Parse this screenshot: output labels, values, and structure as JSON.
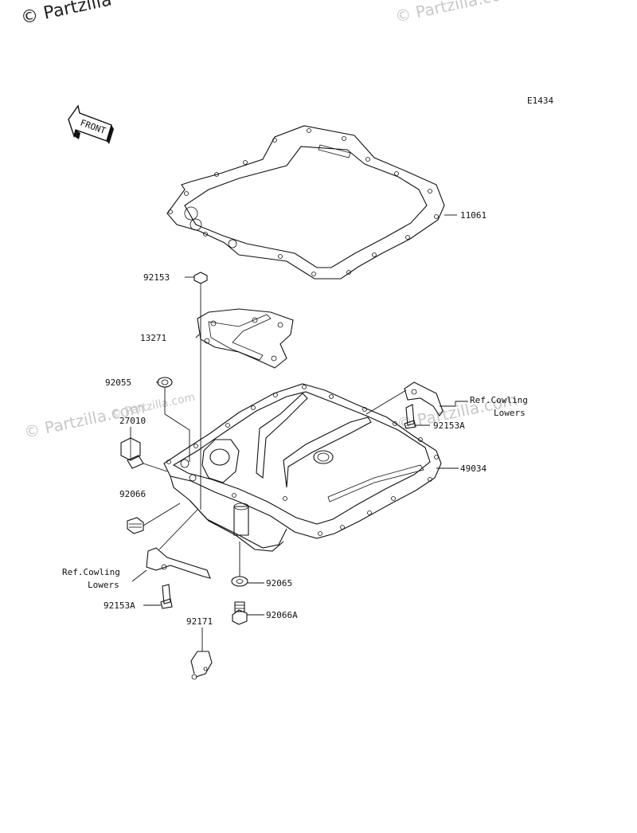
{
  "watermarks": {
    "top_left": "© Partzilla",
    "top_right": "© Partzilla.com",
    "mid_left": "© Partzilla.com",
    "mid_center": "© Partzilla.com",
    "mid_right": "© Partzilla.com"
  },
  "diagram_code": "E1434",
  "front_label": "FRONT",
  "labels": {
    "p11061": "11061",
    "p92153": "92153",
    "p13271": "13271",
    "p92055": "92055",
    "p27010": "27010",
    "p92066": "92066",
    "p49034": "49034",
    "p92153a_right": "92153A",
    "ref_cowling_right": "Ref.Cowling",
    "lowers_right": "Lowers",
    "ref_cowling_left": "Ref.Cowling",
    "lowers_left": "Lowers",
    "p92153a_left": "92153A",
    "p92065": "92065",
    "p92066a": "92066A",
    "p92171": "92171"
  }
}
